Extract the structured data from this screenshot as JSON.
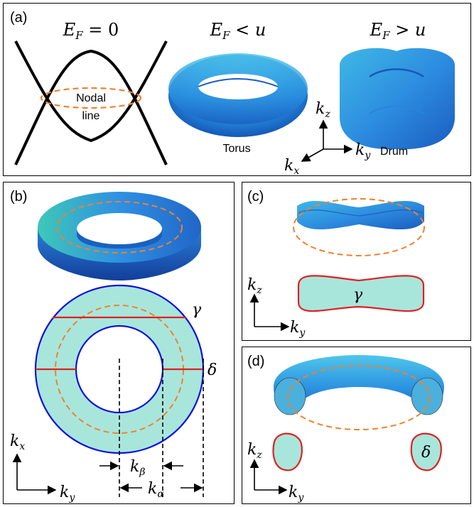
{
  "panels": {
    "a": {
      "label": "(a)",
      "titles": [
        "E_F = 0",
        "E_F < u",
        "E_F > u"
      ],
      "nodal_label_line1": "Nodal",
      "nodal_label_line2": "line",
      "torus_caption": "Torus",
      "drum_caption": "Drum",
      "axes": {
        "z": "k_z",
        "y": "k_y",
        "x": "k_x"
      }
    },
    "b": {
      "label": "(b)",
      "gamma": "γ",
      "delta": "δ",
      "k_beta": "k_β",
      "k_alpha": "k_α",
      "axes": {
        "vertical": "k_x",
        "horizontal": "k_y"
      }
    },
    "c": {
      "label": "(c)",
      "gamma": "γ",
      "axes": {
        "vertical": "k_z",
        "horizontal": "k_y"
      }
    },
    "d": {
      "label": "(d)",
      "delta": "δ",
      "axes": {
        "vertical": "k_z",
        "horizontal": "k_y"
      }
    }
  },
  "colors": {
    "surface_blue": "#2a8fe0",
    "fill_cyan": "#a8e6dc",
    "dashed_orange": "#f08030",
    "ring_blue": "#1010e0",
    "orbit_red": "#e02020"
  }
}
